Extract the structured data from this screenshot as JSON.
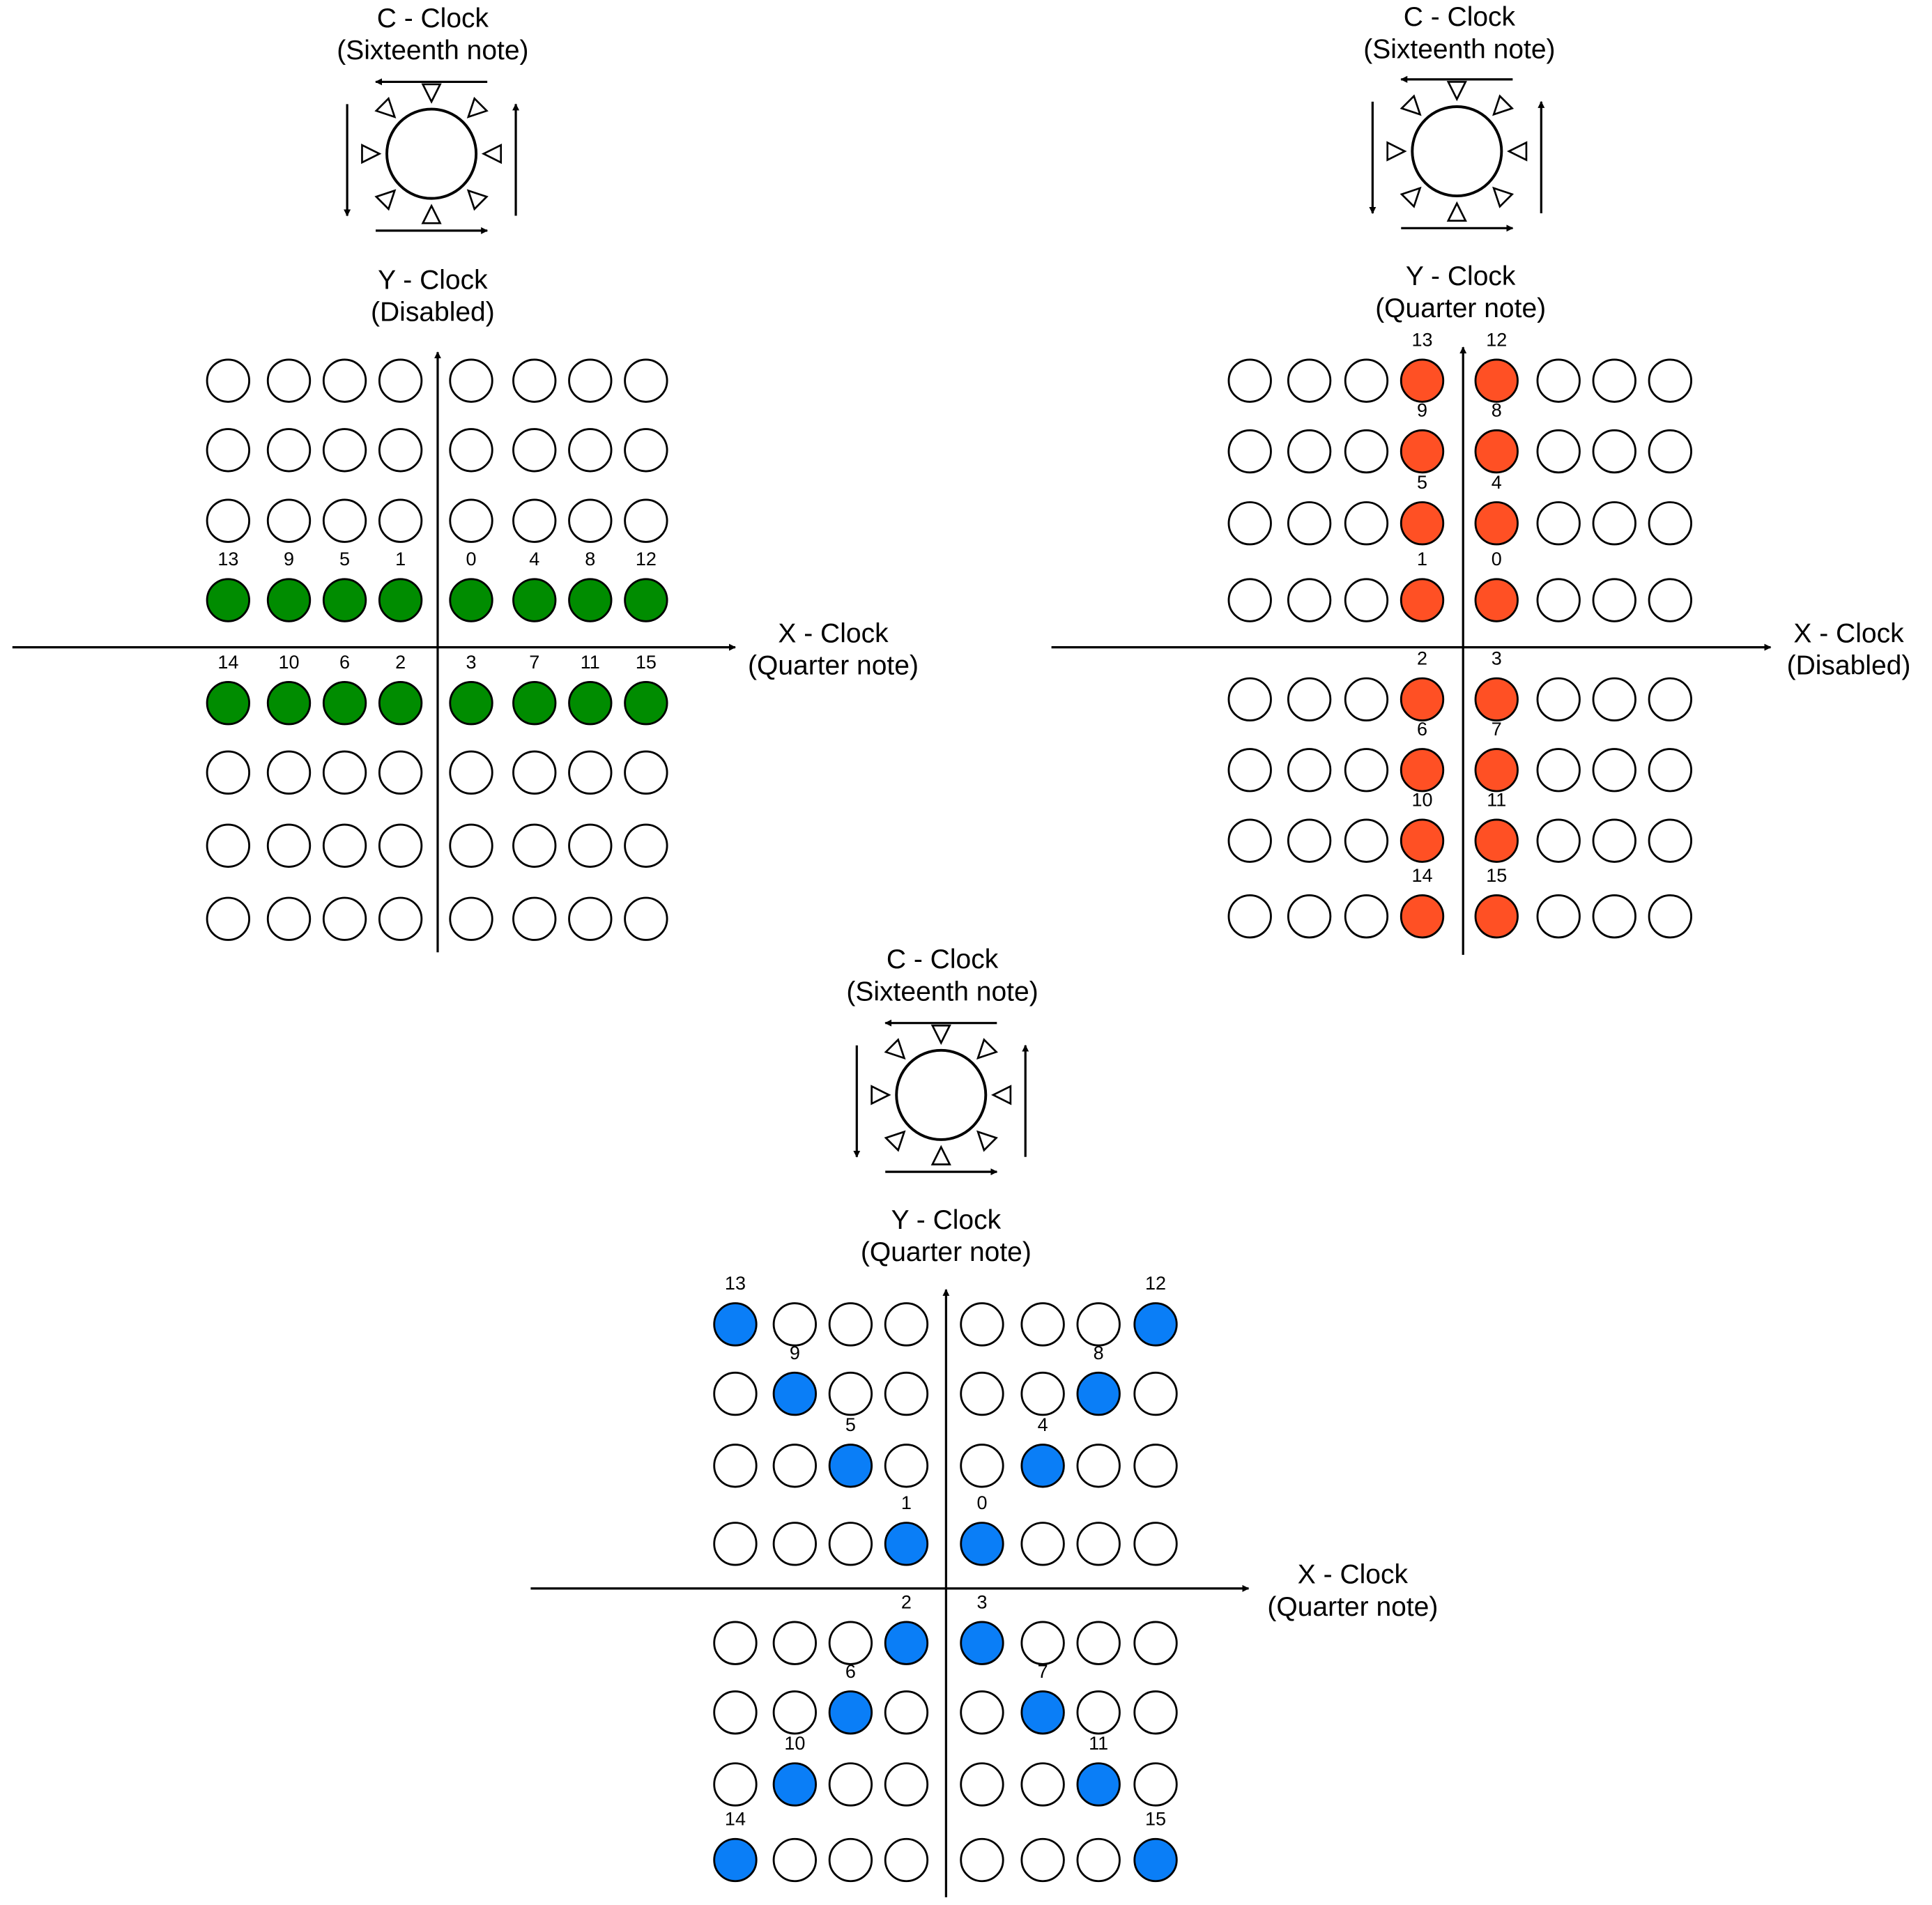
{
  "colors": {
    "green": "#008C00",
    "orange": "#FF5024",
    "blue": "#0A7EF7",
    "empty": "#FFFFFF",
    "stroke": "#000000"
  },
  "icons": {
    "clock": "sun-clock-icon"
  },
  "diagrams": [
    {
      "name": "green",
      "color_key": "green",
      "c_clock": {
        "line1": "C - Clock",
        "line2": "(Sixteenth note)"
      },
      "y_clock": {
        "line1": "Y - Clock",
        "line2": "(Disabled)"
      },
      "x_clock": {
        "line1": "X - Clock",
        "line2": "(Quarter note)"
      },
      "rows": [
        {
          "numbers": [
            "",
            "",
            "",
            "",
            "",
            "",
            "",
            ""
          ],
          "filled": [
            0,
            0,
            0,
            0,
            0,
            0,
            0,
            0
          ]
        },
        {
          "numbers": [
            "",
            "",
            "",
            "",
            "",
            "",
            "",
            ""
          ],
          "filled": [
            0,
            0,
            0,
            0,
            0,
            0,
            0,
            0
          ]
        },
        {
          "numbers": [
            "",
            "",
            "",
            "",
            "",
            "",
            "",
            ""
          ],
          "filled": [
            0,
            0,
            0,
            0,
            0,
            0,
            0,
            0
          ]
        },
        {
          "numbers": [
            "13",
            "9",
            "5",
            "1",
            "0",
            "4",
            "8",
            "12"
          ],
          "filled": [
            1,
            1,
            1,
            1,
            1,
            1,
            1,
            1
          ]
        },
        {
          "numbers": [
            "14",
            "10",
            "6",
            "2",
            "3",
            "7",
            "11",
            "15"
          ],
          "filled": [
            1,
            1,
            1,
            1,
            1,
            1,
            1,
            1
          ]
        },
        {
          "numbers": [
            "",
            "",
            "",
            "",
            "",
            "",
            "",
            ""
          ],
          "filled": [
            0,
            0,
            0,
            0,
            0,
            0,
            0,
            0
          ]
        },
        {
          "numbers": [
            "",
            "",
            "",
            "",
            "",
            "",
            "",
            ""
          ],
          "filled": [
            0,
            0,
            0,
            0,
            0,
            0,
            0,
            0
          ]
        },
        {
          "numbers": [
            "",
            "",
            "",
            "",
            "",
            "",
            "",
            ""
          ],
          "filled": [
            0,
            0,
            0,
            0,
            0,
            0,
            0,
            0
          ]
        }
      ]
    },
    {
      "name": "orange",
      "color_key": "orange",
      "c_clock": {
        "line1": "C - Clock",
        "line2": "(Sixteenth note)"
      },
      "y_clock": {
        "line1": "Y - Clock",
        "line2": "(Quarter note)"
      },
      "x_clock": {
        "line1": "X - Clock",
        "line2": "(Disabled)"
      },
      "rows": [
        {
          "numbers": [
            "",
            "",
            "",
            "13",
            "12",
            "",
            "",
            ""
          ],
          "filled": [
            0,
            0,
            0,
            1,
            1,
            0,
            0,
            0
          ]
        },
        {
          "numbers": [
            "",
            "",
            "",
            "9",
            "8",
            "",
            "",
            ""
          ],
          "filled": [
            0,
            0,
            0,
            1,
            1,
            0,
            0,
            0
          ]
        },
        {
          "numbers": [
            "",
            "",
            "",
            "5",
            "4",
            "",
            "",
            ""
          ],
          "filled": [
            0,
            0,
            0,
            1,
            1,
            0,
            0,
            0
          ]
        },
        {
          "numbers": [
            "",
            "",
            "",
            "1",
            "0",
            "",
            "",
            ""
          ],
          "filled": [
            0,
            0,
            0,
            1,
            1,
            0,
            0,
            0
          ]
        },
        {
          "numbers": [
            "",
            "",
            "",
            "2",
            "3",
            "",
            "",
            ""
          ],
          "filled": [
            0,
            0,
            0,
            1,
            1,
            0,
            0,
            0
          ]
        },
        {
          "numbers": [
            "",
            "",
            "",
            "6",
            "7",
            "",
            "",
            ""
          ],
          "filled": [
            0,
            0,
            0,
            1,
            1,
            0,
            0,
            0
          ]
        },
        {
          "numbers": [
            "",
            "",
            "",
            "10",
            "11",
            "",
            "",
            ""
          ],
          "filled": [
            0,
            0,
            0,
            1,
            1,
            0,
            0,
            0
          ]
        },
        {
          "numbers": [
            "",
            "",
            "",
            "14",
            "15",
            "",
            "",
            ""
          ],
          "filled": [
            0,
            0,
            0,
            1,
            1,
            0,
            0,
            0
          ]
        }
      ]
    },
    {
      "name": "blue",
      "color_key": "blue",
      "c_clock": {
        "line1": "C - Clock",
        "line2": "(Sixteenth note)"
      },
      "y_clock": {
        "line1": "Y - Clock",
        "line2": "(Quarter note)"
      },
      "x_clock": {
        "line1": "X - Clock",
        "line2": "(Quarter note)"
      },
      "rows": [
        {
          "numbers": [
            "13",
            "",
            "",
            "",
            "",
            "",
            "",
            "12"
          ],
          "filled": [
            1,
            0,
            0,
            0,
            0,
            0,
            0,
            1
          ]
        },
        {
          "numbers": [
            "",
            "9",
            "",
            "",
            "",
            "",
            "8",
            ""
          ],
          "filled": [
            0,
            1,
            0,
            0,
            0,
            0,
            1,
            0
          ]
        },
        {
          "numbers": [
            "",
            "",
            "5",
            "",
            "",
            "4",
            "",
            ""
          ],
          "filled": [
            0,
            0,
            1,
            0,
            0,
            1,
            0,
            0
          ]
        },
        {
          "numbers": [
            "",
            "",
            "",
            "1",
            "0",
            "",
            "",
            ""
          ],
          "filled": [
            0,
            0,
            0,
            1,
            1,
            0,
            0,
            0
          ]
        },
        {
          "numbers": [
            "",
            "",
            "",
            "2",
            "3",
            "",
            "",
            ""
          ],
          "filled": [
            0,
            0,
            0,
            1,
            1,
            0,
            0,
            0
          ]
        },
        {
          "numbers": [
            "",
            "",
            "6",
            "",
            "",
            "7",
            "",
            ""
          ],
          "filled": [
            0,
            0,
            1,
            0,
            0,
            1,
            0,
            0
          ]
        },
        {
          "numbers": [
            "",
            "10",
            "",
            "",
            "",
            "",
            "11",
            ""
          ],
          "filled": [
            0,
            1,
            0,
            0,
            0,
            0,
            1,
            0
          ]
        },
        {
          "numbers": [
            "14",
            "",
            "",
            "",
            "",
            "",
            "",
            "15"
          ],
          "filled": [
            1,
            0,
            0,
            0,
            0,
            0,
            0,
            1
          ]
        }
      ]
    }
  ]
}
